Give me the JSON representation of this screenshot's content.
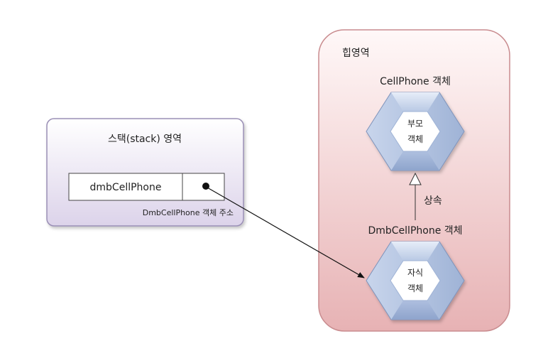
{
  "stack": {
    "title": "스택(stack) 영역",
    "variable_name": "dmbCellPhone",
    "address_label": "DmbCellPhone 객체 주소"
  },
  "heap": {
    "title": "힙영역",
    "parent_object_label": "CellPhone 객체",
    "parent_inner_line1": "부모",
    "parent_inner_line2": "객체",
    "child_object_label": "DmbCellPhone 객체",
    "child_inner_line1": "자식",
    "child_inner_line2": "객체",
    "inheritance_label": "상속"
  },
  "colors": {
    "stack_fill_top": "#ffffff",
    "stack_fill_bottom": "#dcd3ea",
    "stack_border": "#9a8fb5",
    "heap_fill_top": "#fff8f8",
    "heap_fill_bottom": "#e9b5b7",
    "heap_border": "#c98c8f",
    "hex_outer": "#9fb3d6",
    "hex_inner": "#ffffff",
    "arrow": "#111111"
  }
}
